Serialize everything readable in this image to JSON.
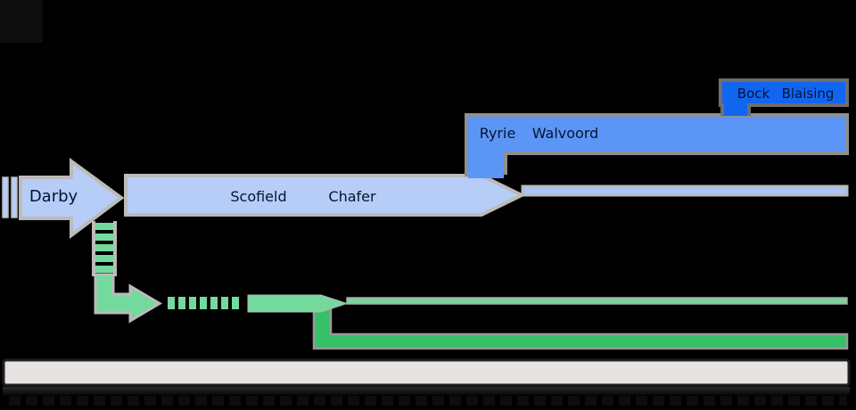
{
  "nodes": {
    "darby": "Darby",
    "scofield": "Scofield",
    "chafer": "Chafer",
    "ryrie": "Ryrie",
    "walvoord": "Walvoord",
    "bock": "Bock",
    "blaising": "Blaising"
  },
  "colors": {
    "background": "#000000",
    "arrow_light_blue": "#b5cdf7",
    "line_light_blue": "#a9c5f5",
    "bar_medium_blue": "#5b96f7",
    "bar_dark_blue": "#1166ef",
    "green_light": "#74d99c",
    "green_line": "#7cd3a2",
    "green_dark": "#36c169",
    "border_gray_light": "#bdbaba",
    "border_gray_mid": "#8f8f8f",
    "border_gray_dark": "#6e6e6e",
    "timeline_fill": "#e7e3e3",
    "timeline_border": "#1f1f1f",
    "text_dark": "#081330"
  }
}
